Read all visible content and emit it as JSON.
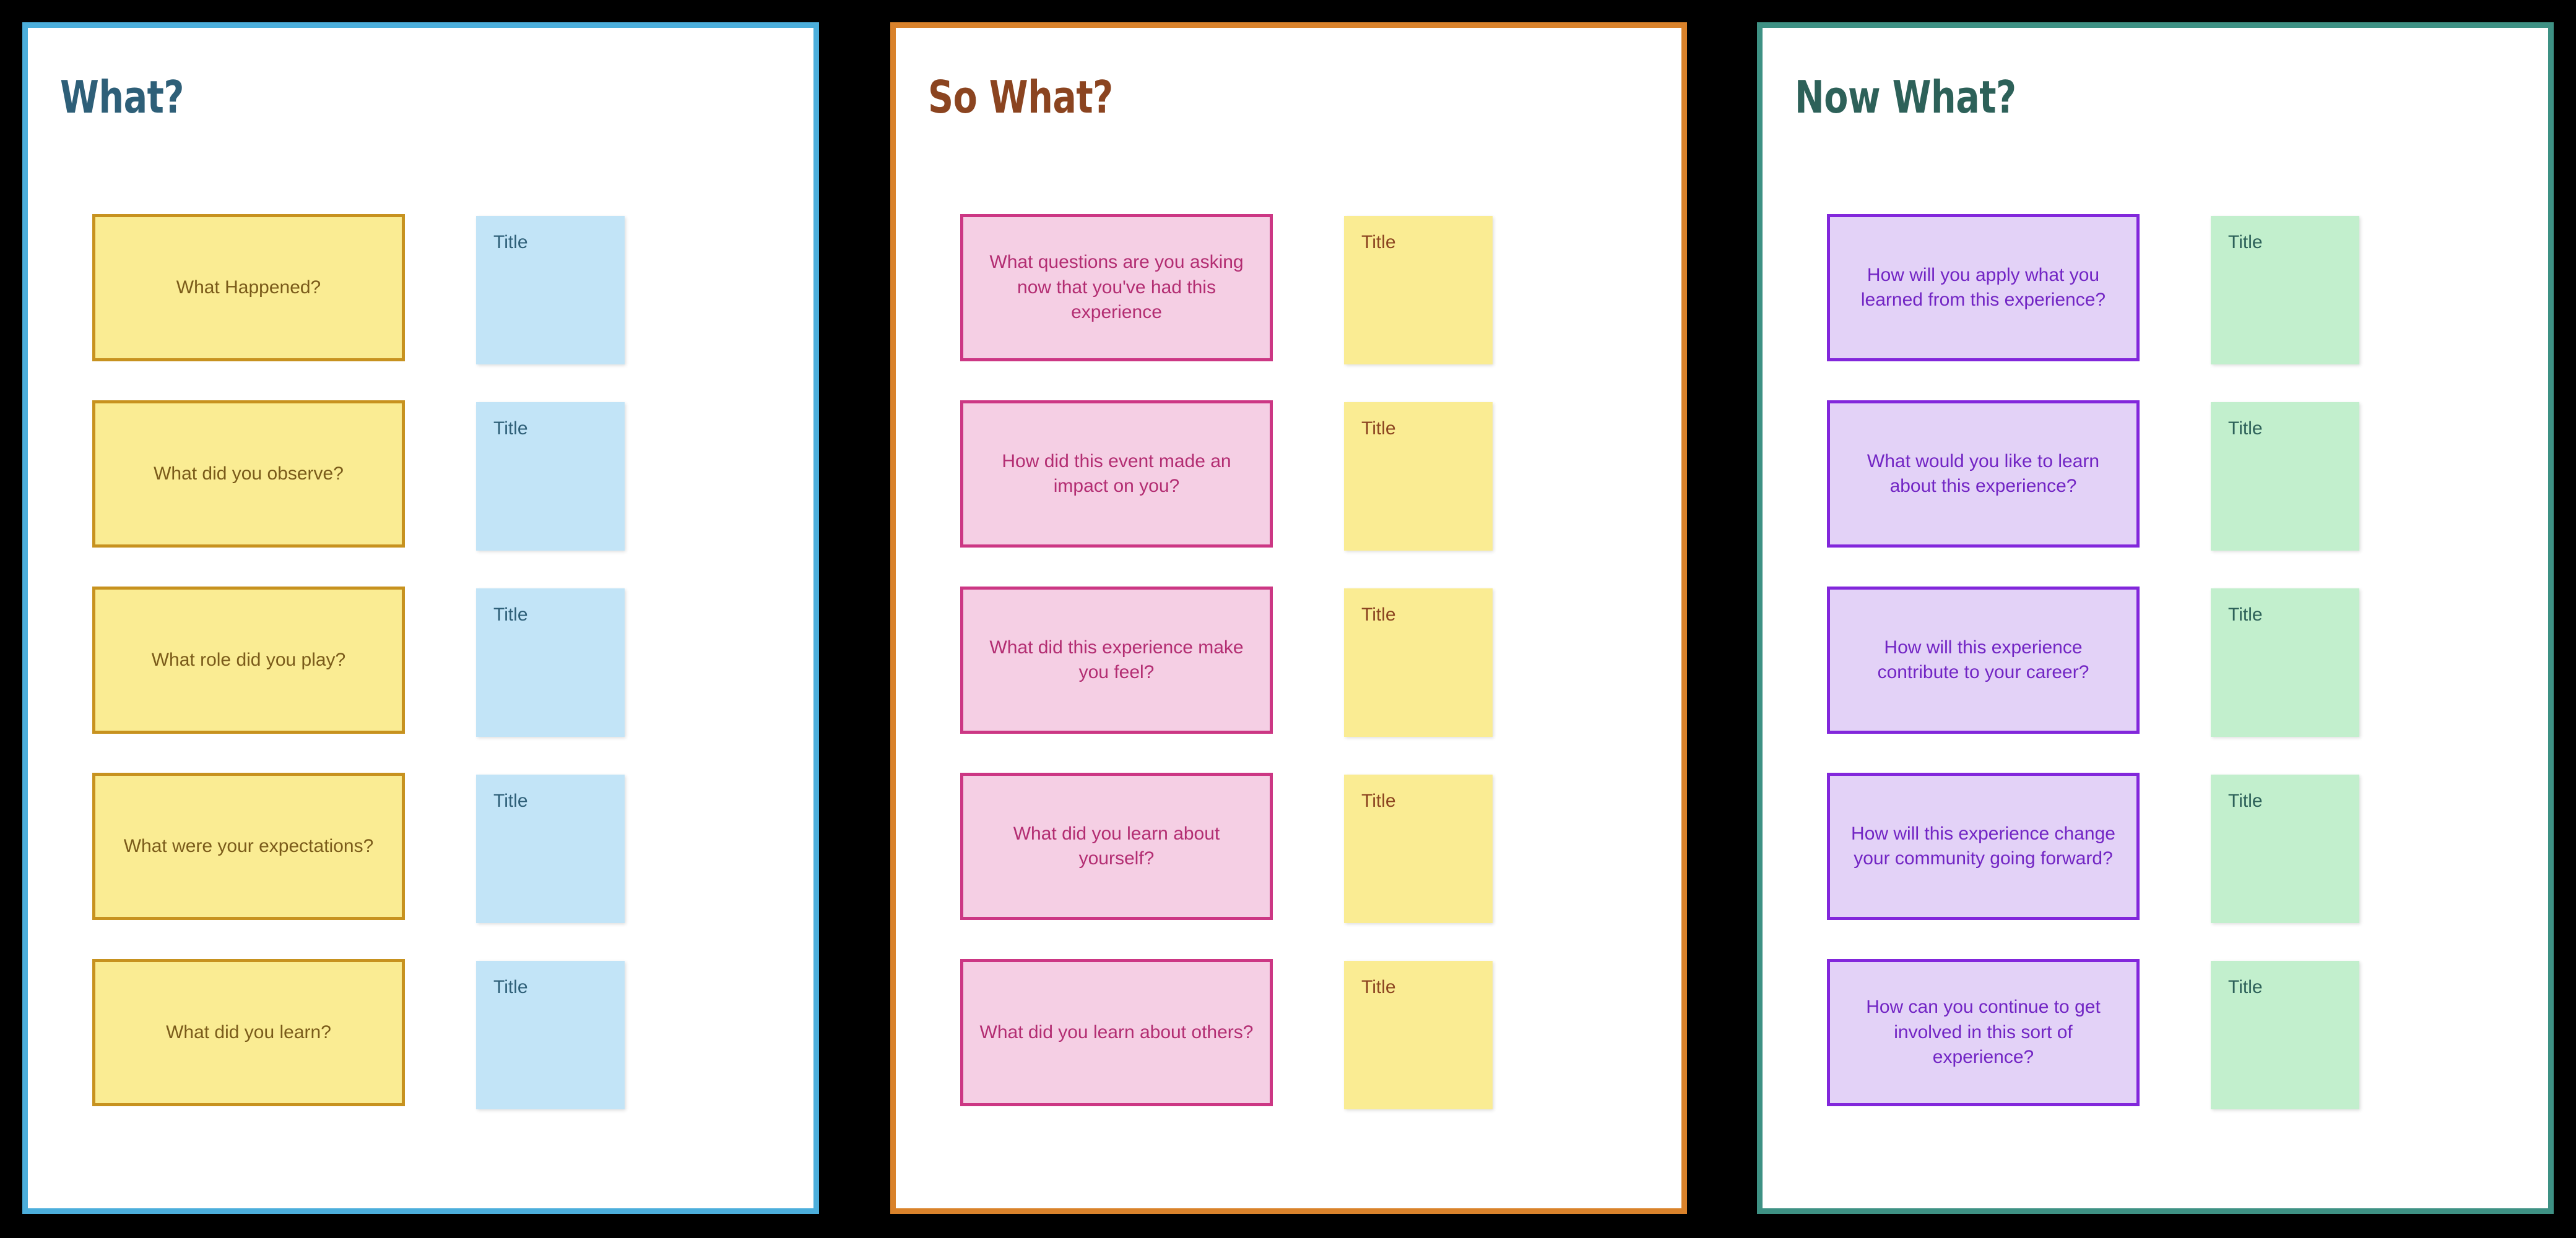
{
  "board": {
    "background_color": "#000000",
    "note_placeholder_label": "Title"
  },
  "panels": [
    {
      "id": "panel-1",
      "title": "What?",
      "border_color": "#4CAEDB",
      "title_color": "#2E5F78",
      "card_fill": "#FAEC93",
      "card_border": "#C7921F",
      "card_text_color": "#7A5B1A",
      "note_fill": "#C2E4F7",
      "note_text_color": "#2E5F78",
      "rows": [
        {
          "prompt": "What Happened?",
          "note_label": "Title"
        },
        {
          "prompt": "What did you observe?",
          "note_label": "Title"
        },
        {
          "prompt": "What role did you play?",
          "note_label": "Title"
        },
        {
          "prompt": "What were your expectations?",
          "note_label": "Title"
        },
        {
          "prompt": "What did you learn?",
          "note_label": "Title"
        }
      ]
    },
    {
      "id": "panel-2",
      "title": "So What?",
      "border_color": "#D9822B",
      "title_color": "#8B4420",
      "card_fill": "#F5CFE4",
      "card_border": "#CC3784",
      "card_text_color": "#B32D72",
      "note_fill": "#FAEC93",
      "note_text_color": "#8B4420",
      "rows": [
        {
          "prompt": "What questions are you asking now that you've had this experience",
          "note_label": "Title"
        },
        {
          "prompt": "How did this event made an impact on you?",
          "note_label": "Title"
        },
        {
          "prompt": "What did this experience make you feel?",
          "note_label": "Title"
        },
        {
          "prompt": "What did you learn about yourself?",
          "note_label": "Title"
        },
        {
          "prompt": "What did you learn about others?",
          "note_label": "Title"
        }
      ]
    },
    {
      "id": "panel-3",
      "title": "Now What?",
      "border_color": "#3E9184",
      "title_color": "#2D6159",
      "card_fill": "#E3D2F7",
      "card_border": "#8227DB",
      "card_text_color": "#7225C4",
      "note_fill": "#C2EFCD",
      "note_text_color": "#2D6159",
      "rows": [
        {
          "prompt": "How will you apply what you learned from this experience?",
          "note_label": "Title"
        },
        {
          "prompt": "What would you like to learn about this experience?",
          "note_label": "Title"
        },
        {
          "prompt": "How will this experience contribute to your career?",
          "note_label": "Title"
        },
        {
          "prompt": "How will this experience change your community going forward?",
          "note_label": "Title"
        },
        {
          "prompt": "How can you continue to get involved in this sort of experience?",
          "note_label": "Title"
        }
      ]
    }
  ]
}
